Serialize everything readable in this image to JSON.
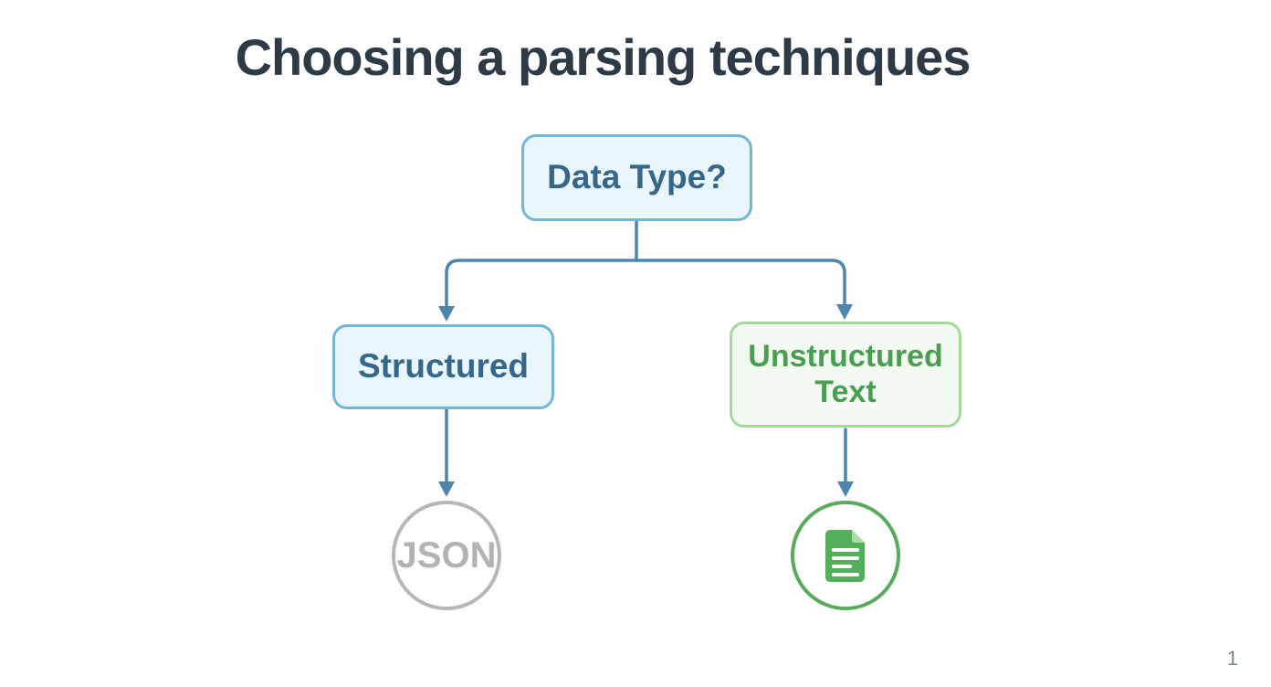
{
  "page": {
    "title": "Choosing a parsing techniques",
    "page_number": "1"
  },
  "diagram": {
    "root": {
      "label": "Data Type?"
    },
    "branches": {
      "structured": {
        "label": "Structured",
        "result": "JSON"
      },
      "unstructured": {
        "label": "Unstructured Text",
        "result_icon": "document-icon"
      }
    }
  },
  "colors": {
    "title_text": "#2e3a45",
    "blue_fill": "#e9f6fc",
    "blue_border": "#74b6d6",
    "blue_text": "#34678a",
    "green_fill": "#f3faf1",
    "green_border": "#a6d89d",
    "green_text": "#4a9e51",
    "arrow": "#4e85ab",
    "gray_circle_border": "#b7b7b7",
    "gray_circle_text": "#b3b3b3",
    "icon_green": "#56ad5c"
  }
}
